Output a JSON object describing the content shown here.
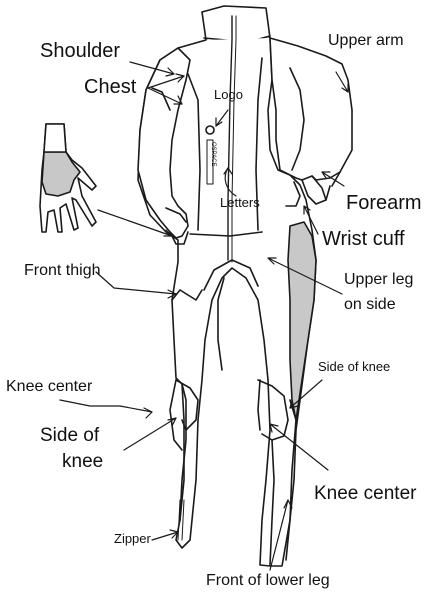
{
  "labels": {
    "shoulder": "Shoulder",
    "chest": "Chest",
    "logo": "Logo",
    "upper_arm": "Upper arm",
    "letters": "Letters",
    "forearm": "Forearm",
    "wrist_cuff": "Wrist cuff",
    "front_thigh": "Front thigh",
    "upper_leg_line1": "Upper leg",
    "upper_leg_line2": "on side",
    "side_of_knee_right": "Side of knee",
    "knee_center_left": "Knee center",
    "side_of_knee_left_line1": "Side of",
    "side_of_knee_left_line2": "knee",
    "knee_center_right": "Knee center",
    "zipper": "Zipper",
    "front_of_lower_leg": "Front of lower leg",
    "brand_text": "OSPACE"
  },
  "colors": {
    "outline": "#1a1a1a",
    "panel_fill": "#c8c8c8",
    "suit_fill": "#ffffff",
    "text": "#111111"
  }
}
